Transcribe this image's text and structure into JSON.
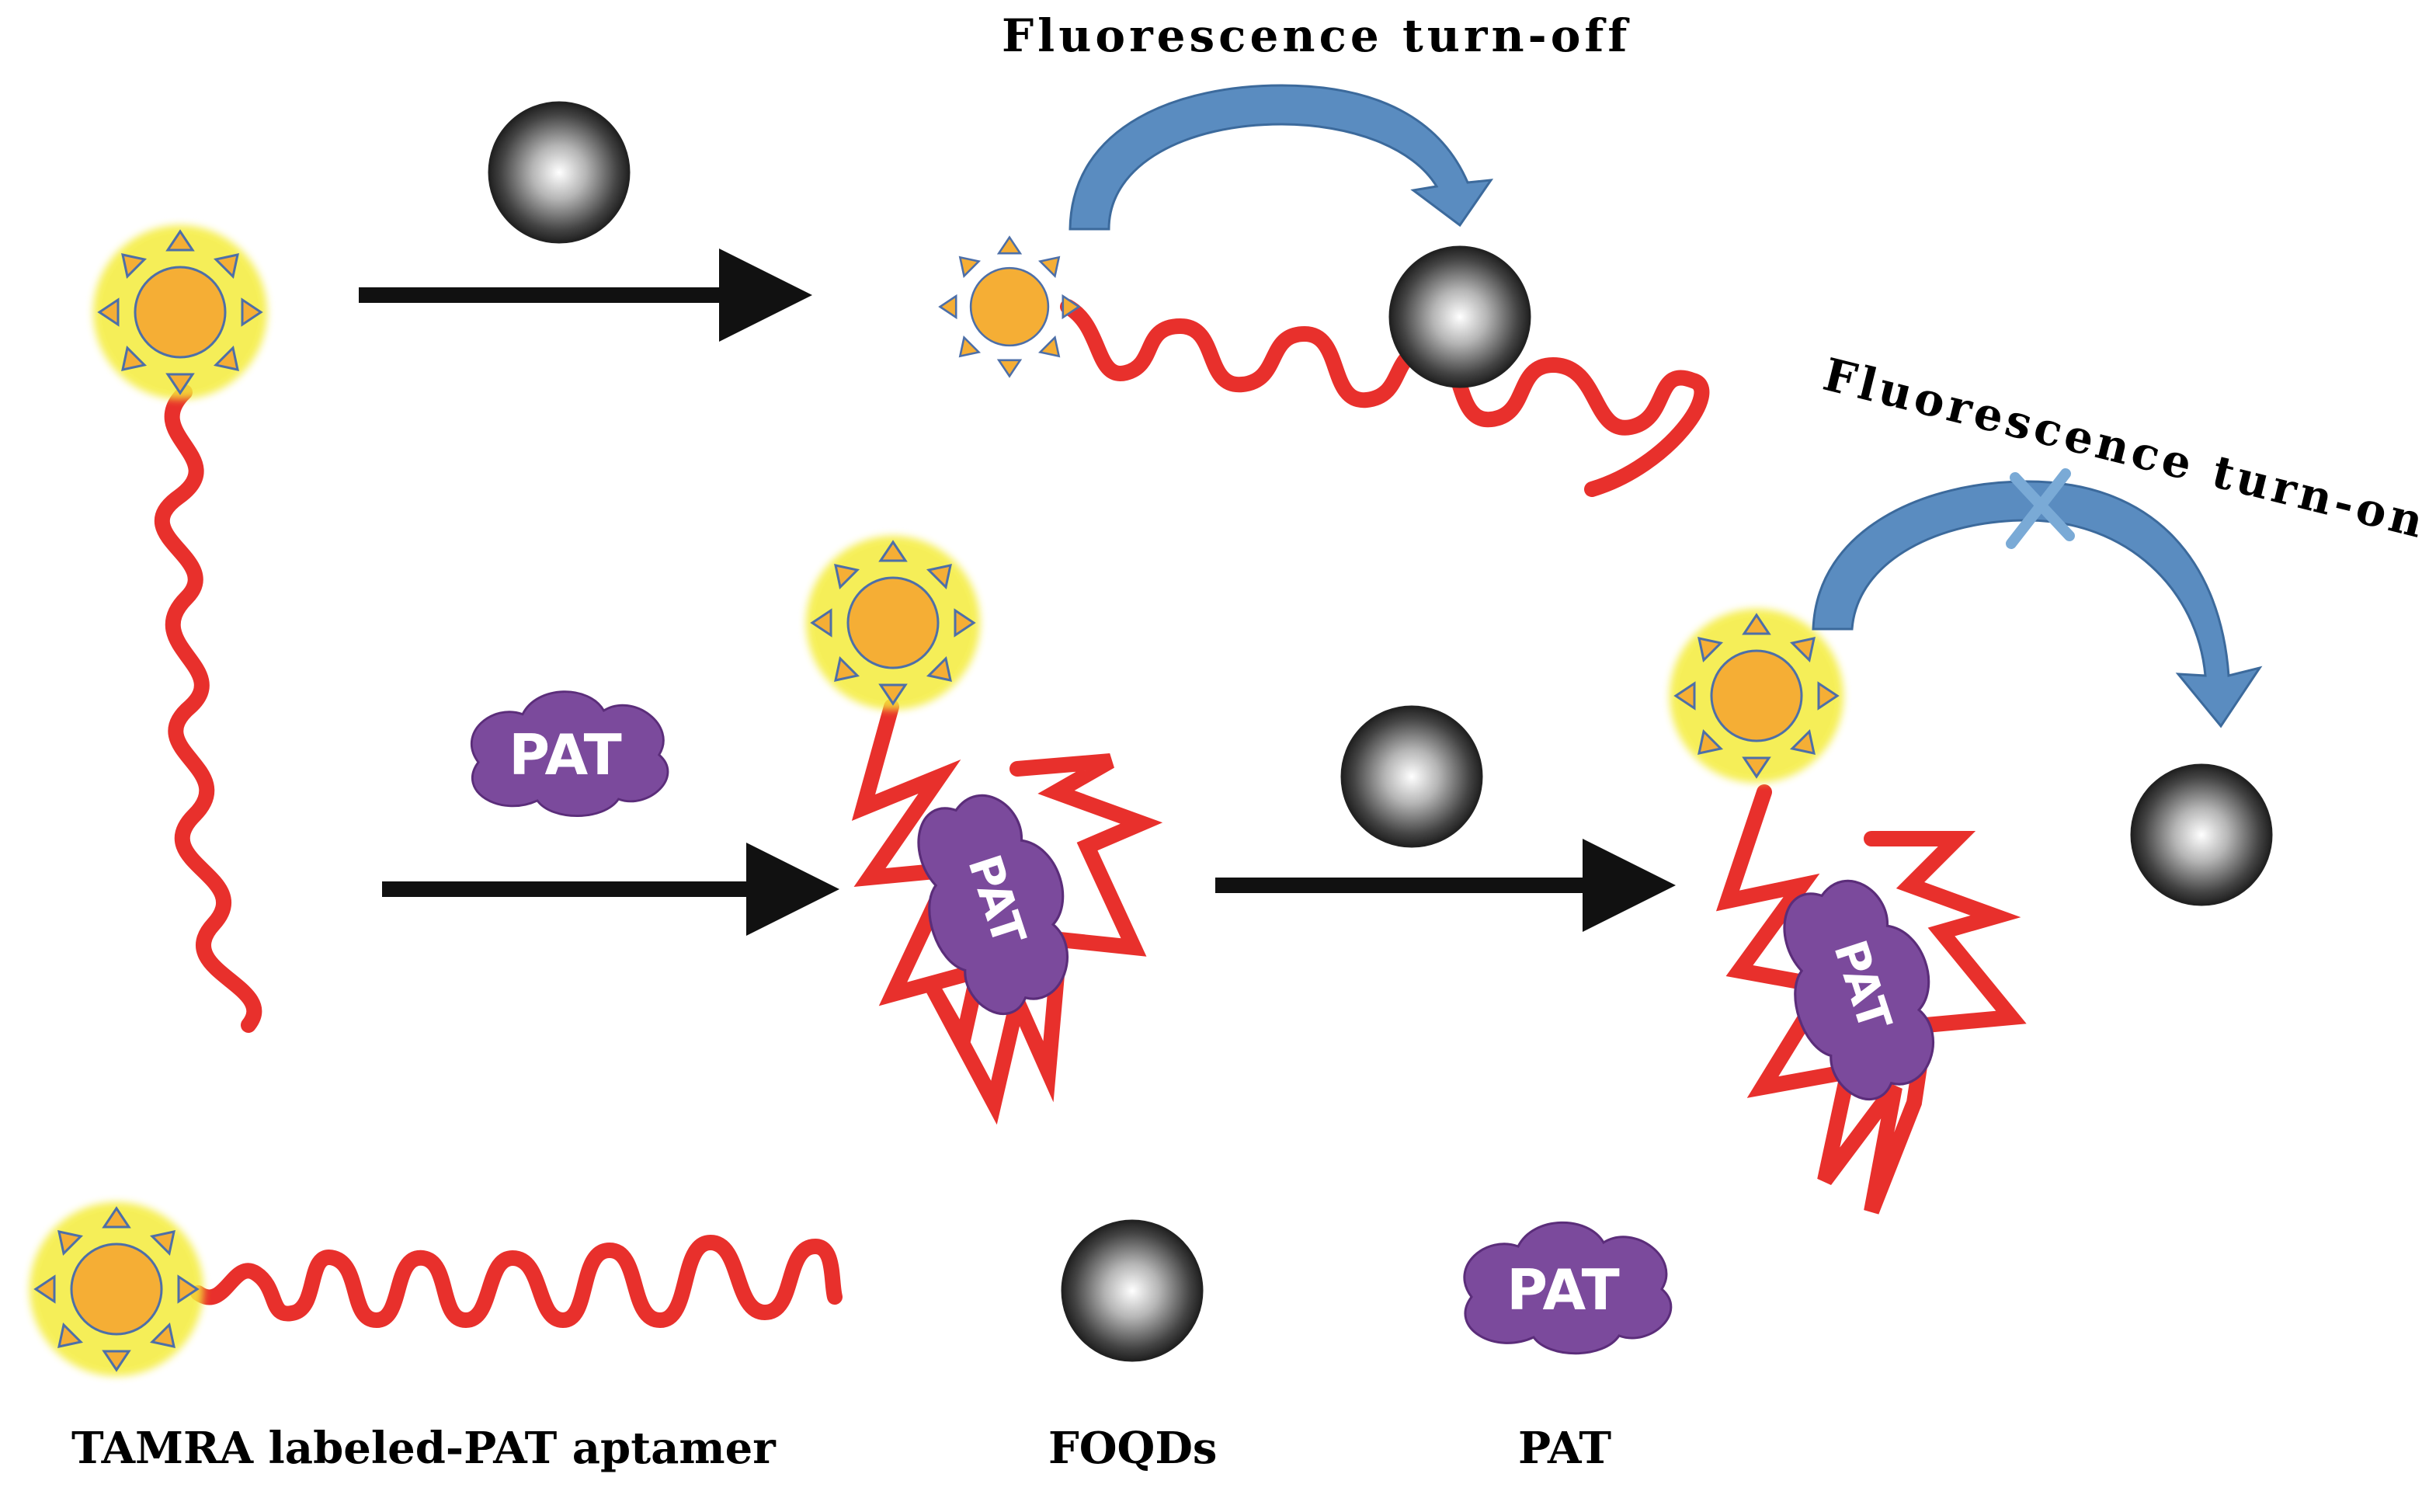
{
  "diagram": {
    "turn_off_label": "Fluorescence turn-off",
    "turn_on_label": "Fluorescence turn-on",
    "pat_badge_text": "PAT",
    "legend": {
      "aptamer": "TAMRA labeled-PAT aptamer",
      "foqds": "FOQDs",
      "pat": "PAT"
    },
    "colors": {
      "strand": "#e8302c",
      "fluorophore_core": "#f5ae35",
      "glow": "#f4ec3a",
      "pat_cloud": "#7b4a9c",
      "curved_arrow": "#5a8cc0",
      "cross_mark": "#7aaad6",
      "arrow": "#111111"
    }
  }
}
